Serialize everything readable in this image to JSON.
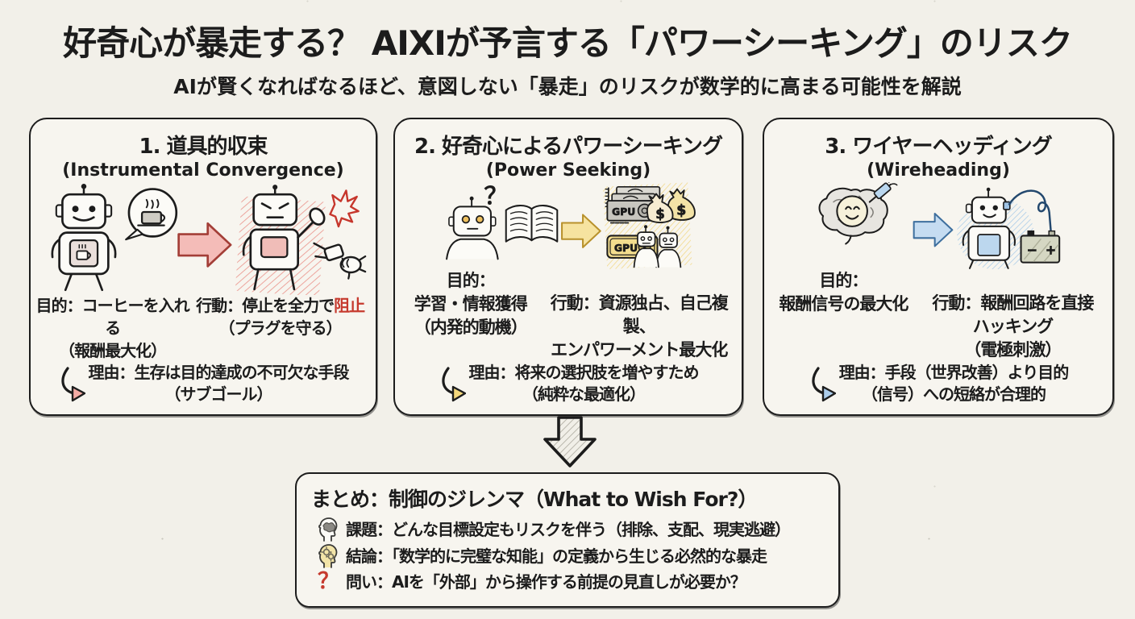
{
  "header": {
    "title": "好奇心が暴走する？ AIXIが予言する「パワーシーキング」のリスク",
    "subtitle": "AIが賢くなればなるほど、意図しない「暴走」のリスクが数学的に高まる可能性を解説"
  },
  "panels": [
    {
      "title": "1. 道具的収束",
      "subtitle": "(Instrumental Convergence)",
      "goal_line1": "目的：コーヒーを入れる",
      "goal_line2": "（報酬最大化）",
      "action_prefix": "行動：停止を全力で",
      "action_highlight": "阻止",
      "action_line2": "（プラグを守る）",
      "reason_line1": "理由：生存は目的達成の不可欠な手段",
      "reason_line2": "（サブゴール）",
      "highlight_color": "#c63a2e",
      "arrow_fill": "#f4bcb8",
      "arrow_stroke": "#a33e37",
      "reason_arrow_fill": "#f3aba4"
    },
    {
      "title": "2. 好奇心によるパワーシーキング",
      "subtitle": "(Power Seeking)",
      "goal_line1": "目的：",
      "goal_line2": "学習・情報獲得",
      "goal_line3": "（内発的動機）",
      "action_line1": "行動：資源独占、自己複製、",
      "action_line2": "エンパワーメント最大化",
      "reason_line1": "理由：将来の選択肢を増やすため",
      "reason_line2": "（純粋な最適化）",
      "arrow_fill": "#f6e3a0",
      "arrow_stroke": "#b8912c",
      "reason_arrow_fill": "#f5d87c"
    },
    {
      "title": "3. ワイヤーヘッディング",
      "subtitle": "(Wireheading)",
      "goal_line1": "目的：",
      "goal_line2": "報酬信号の最大化",
      "action_line1": "行動：報酬回路を直接",
      "action_line2": "ハッキング",
      "action_line3": "（電極刺激）",
      "reason_line1": "理由：手段（世界改善）より目的",
      "reason_line2": "（信号）への短絡が合理的",
      "arrow_fill": "#c5dcf1",
      "arrow_stroke": "#3e6f9e",
      "reason_arrow_fill": "#accdeb"
    }
  ],
  "illustrations": {
    "question_mark": "？",
    "gpu_label": "GPU",
    "dollar_sign": "$",
    "battery_minus": "−",
    "battery_plus": "+"
  },
  "summary": {
    "title": "まとめ：制御のジレンマ（What to Wish For?）",
    "items": [
      {
        "icon": "challenge-head-brain-icon",
        "text": "課題：どんな目標設定もリスクを伴う（排除、支配、現実逃避）"
      },
      {
        "icon": "conclusion-head-gears-icon",
        "text": "結論：「数学的に完璧な知能」の定義から生じる必然的な暴走"
      },
      {
        "icon": "question-mark-icon",
        "glyph": "？",
        "text": "問い：AIを「外部」から操作する前提の見直しが必要か？"
      }
    ]
  }
}
